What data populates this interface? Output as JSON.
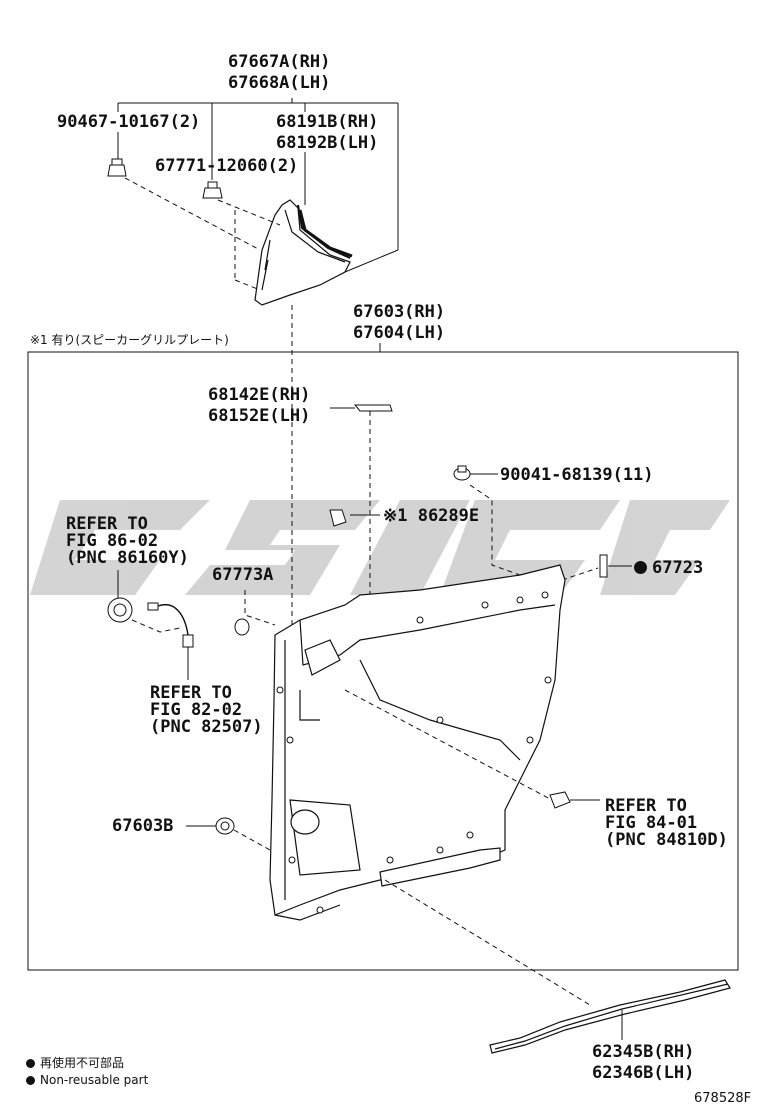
{
  "diagram": {
    "labels": {
      "rh_67667A": "67667A(RH)",
      "lh_67668A": "67668A(LH)",
      "bolt_90467": "90467-10167(2)",
      "rh_68191B": "68191B(RH)",
      "lh_68192B": "68192B(LH)",
      "clip_67771": "67771-12060(2)",
      "rh_67603": "67603(RH)",
      "lh_67604": "67604(LH)",
      "note_speaker": "※1 有り(スピーカーグリルプレート)",
      "rh_68142E": "68142E(RH)",
      "lh_68152E": "68152E(LH)",
      "clip_90041": "90041-68139(11)",
      "note_86289E": "※1 86289E",
      "refer_86_1": "REFER TO",
      "refer_86_2": "FIG 86-02",
      "refer_86_3": "(PNC 86160Y)",
      "part_67773A": "67773A",
      "part_67723": "67723",
      "refer_82_1": "REFER TO",
      "refer_82_2": "FIG 82-02",
      "refer_82_3": "(PNC 82507)",
      "part_67603B": "67603B",
      "refer_84_1": "REFER TO",
      "refer_84_2": "FIG 84-01",
      "refer_84_3": "(PNC 84810D)",
      "rh_62345B": "62345B(RH)",
      "lh_62346B": "62346B(LH)"
    },
    "legend": {
      "line_jp": "再使用不可部品",
      "line_en": "Non-reusable part"
    },
    "figure_id": "678528F",
    "watermark_color": "#c8c8c8",
    "line_color": "#111111"
  }
}
